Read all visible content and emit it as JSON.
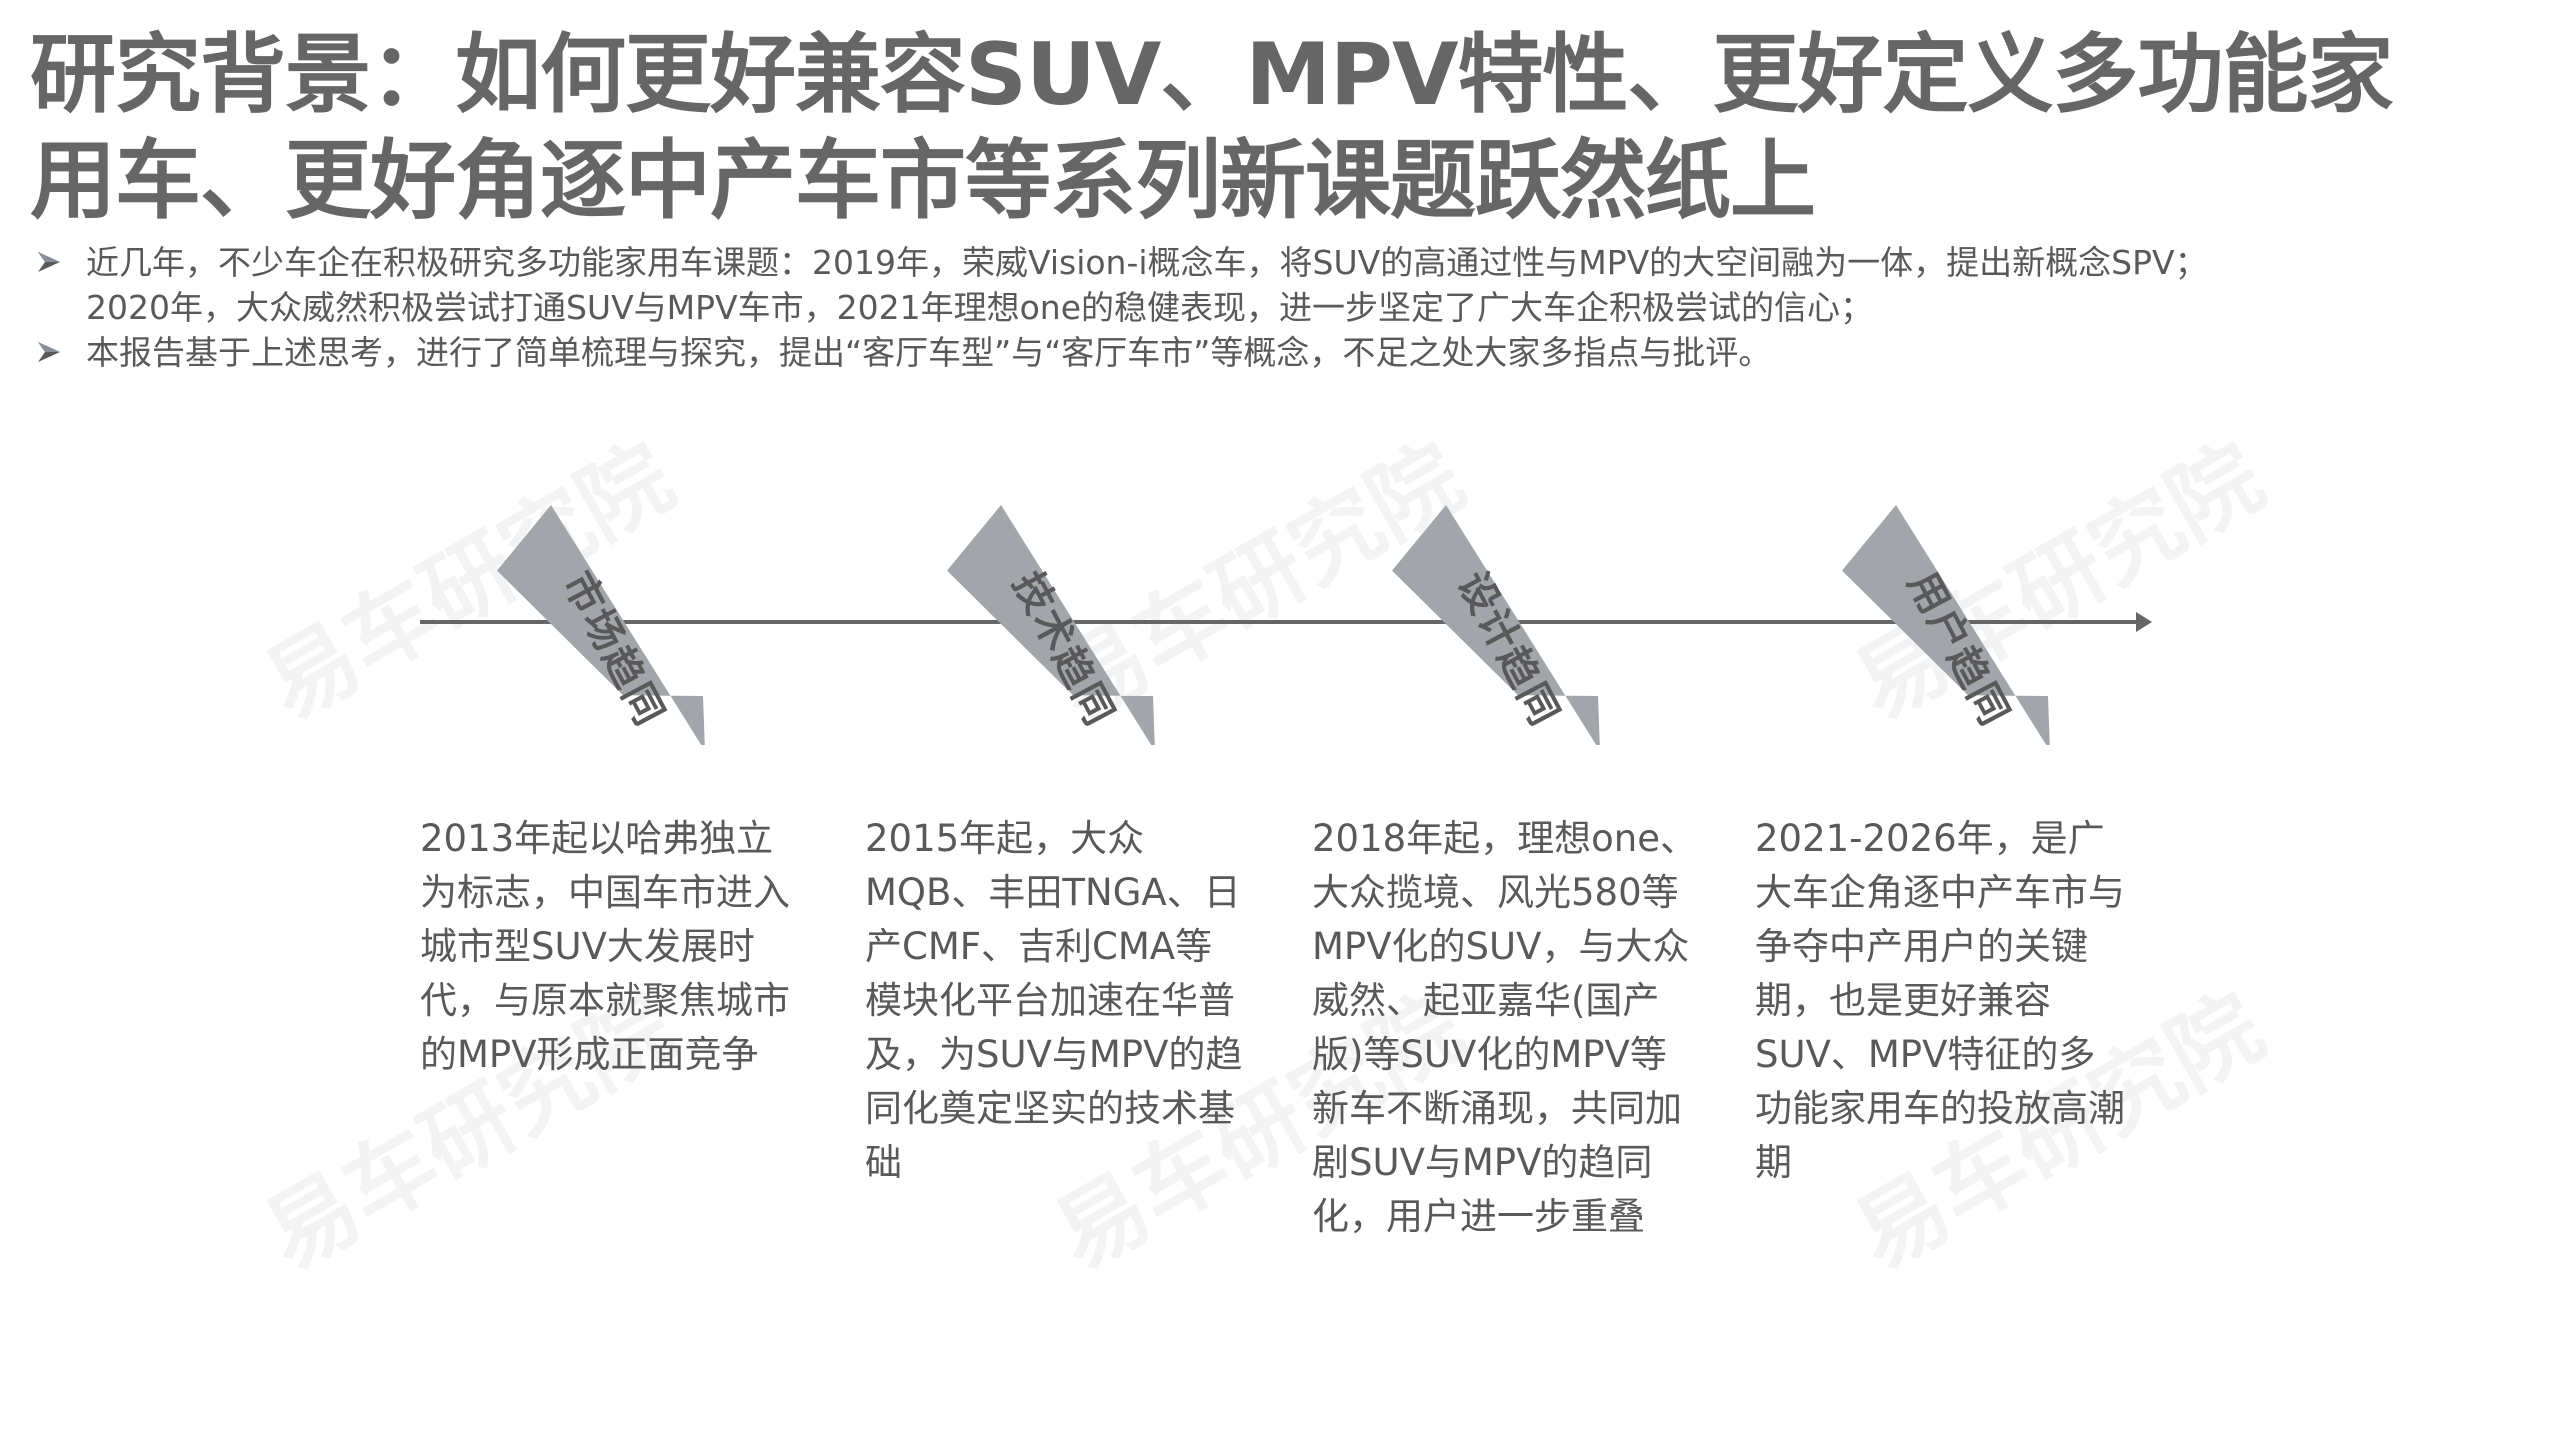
{
  "title": {
    "line1": "研究背景：如何更好兼容SUV、MPV特性、更好定义多功能家",
    "line2": "用车、更好角逐中产车市等系列新课题跃然纸上"
  },
  "bullets": [
    {
      "icon": "arrow-bullet-icon",
      "line1": "近几年，不少车企在积极研究多功能家用车课题：2019年，荣威Vision-i概念车，将SUV的高通过性与MPV的大空间融为一体，提出新概念SPV；",
      "line2": "2020年，大众威然积极尝试打通SUV与MPV车市，2021年理想one的稳健表现，进一步坚定了广大车企积极尝试的信心；"
    },
    {
      "icon": "arrow-bullet-icon",
      "line1": "本报告基于上述思考，进行了简单梳理与探究，提出“客厅车型”与“客厅车市”等概念，不足之处大家多指点与批评。"
    }
  ],
  "watermark": "易车研究院",
  "colors": {
    "title": "#666666",
    "text": "#595959",
    "tag_fill": "#A2A6AB",
    "timeline": "#666666"
  },
  "timeline": {
    "stages": [
      {
        "label": "市场趋同",
        "description": [
          "2013年起以哈弗独立",
          "为标志，中国车市进入",
          "城市型SUV大发展时",
          "代，与原本就聚焦城市",
          "的MPV形成正面竞争"
        ]
      },
      {
        "label": "技术趋同",
        "description": [
          "2015年起，大众",
          "MQB、丰田TNGA、日",
          "产CMF、吉利CMA等",
          "模块化平台加速在华普",
          "及，为SUV与MPV的趋",
          "同化奠定坚实的技术基",
          "础"
        ]
      },
      {
        "label": "设计趋同",
        "description": [
          "2018年起，理想one、",
          "大众揽境、风光580等",
          "MPV化的SUV，与大众",
          "威然、起亚嘉华(国产",
          "版)等SUV化的MPV等",
          "新车不断涌现，共同加",
          "剧SUV与MPV的趋同",
          "化，用户进一步重叠"
        ]
      },
      {
        "label": "用户趋同",
        "description": [
          "2021-2026年，是广",
          "大车企角逐中产车市与",
          "争夺中产用户的关键",
          "期，也是更好兼容",
          "SUV、MPV特征的多",
          "功能家用车的投放高潮",
          "期"
        ]
      }
    ]
  }
}
